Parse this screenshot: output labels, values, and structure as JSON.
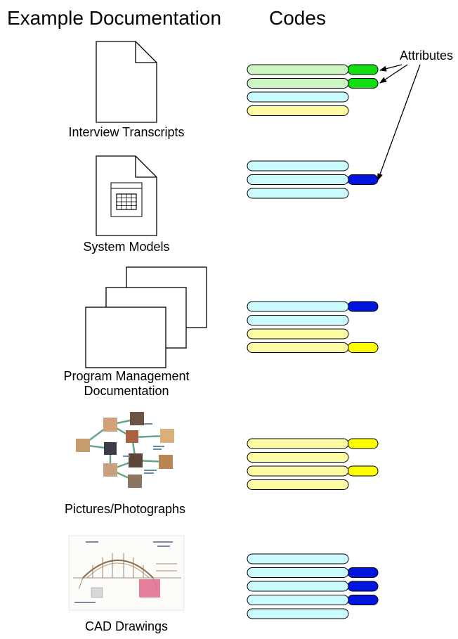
{
  "headers": {
    "left": "Example Documentation",
    "right": "Codes"
  },
  "attributes_label": "Attributes",
  "colors": {
    "green_light": "#ccf5c2",
    "green": "#11dd11",
    "cyan": "#ccfcff",
    "yellow": "#fdfca4",
    "yellow_attr": "#ffff00",
    "blue": "#0015dd"
  },
  "documents": [
    {
      "label": "Interview Transcripts",
      "icon": "document-icon",
      "codes": [
        {
          "code": "green_light",
          "attr": "green"
        },
        {
          "code": "green_light",
          "attr": "green"
        },
        {
          "code": "cyan",
          "attr": null
        },
        {
          "code": "yellow",
          "attr": null
        }
      ]
    },
    {
      "label": "System Models",
      "icon": "spreadsheet-document-icon",
      "codes": [
        {
          "code": "cyan",
          "attr": null
        },
        {
          "code": "cyan",
          "attr": "blue"
        },
        {
          "code": "cyan",
          "attr": null
        }
      ]
    },
    {
      "label": "Program Management Documentation",
      "icon": "stacked-pages-icon",
      "codes": [
        {
          "code": "cyan",
          "attr": "blue"
        },
        {
          "code": "cyan",
          "attr": null
        },
        {
          "code": "yellow",
          "attr": null
        },
        {
          "code": "yellow",
          "attr": "yellow_attr"
        }
      ]
    },
    {
      "label": "Pictures/Photographs",
      "icon": "photo-network-icon",
      "codes": [
        {
          "code": "yellow",
          "attr": "yellow_attr"
        },
        {
          "code": "yellow",
          "attr": null
        },
        {
          "code": "yellow",
          "attr": "yellow_attr"
        },
        {
          "code": "yellow",
          "attr": null
        }
      ]
    },
    {
      "label": "CAD Drawings",
      "icon": "cad-drawing-icon",
      "codes": [
        {
          "code": "cyan",
          "attr": null
        },
        {
          "code": "cyan",
          "attr": "blue"
        },
        {
          "code": "cyan",
          "attr": "blue"
        },
        {
          "code": "cyan",
          "attr": "blue"
        },
        {
          "code": "cyan",
          "attr": null
        }
      ]
    }
  ]
}
